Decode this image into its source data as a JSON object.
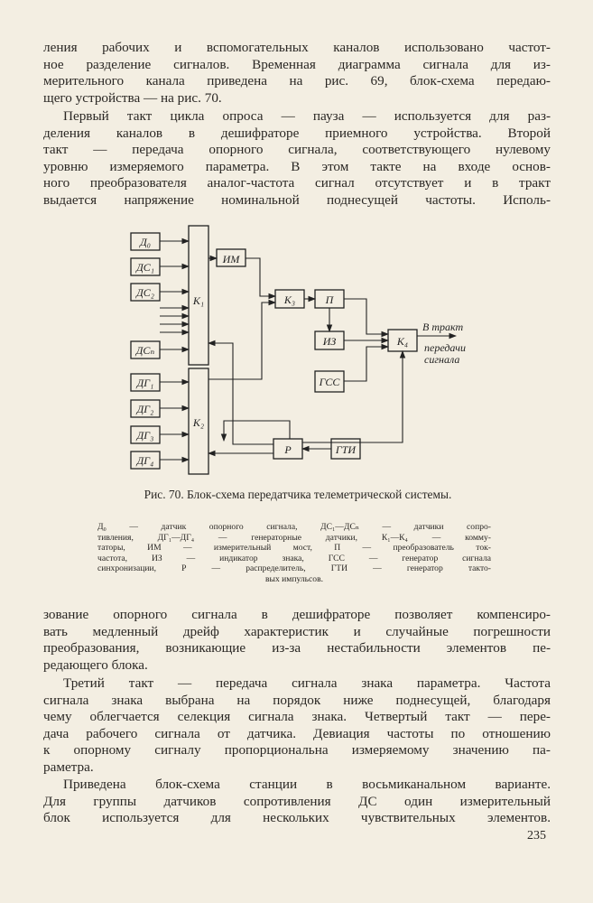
{
  "top_paragraph": [
    "ления рабочих и вспомогательных каналов использовано частот-",
    "ное разделение сигналов. Временная диаграмма сигнала для из-",
    "мерительного канала приведена на рис. 69, блок-схема передаю-",
    "щего устройства — на рис. 70."
  ],
  "second_paragraph": [
    "Первый такт цикла опроса — пауза — используется для раз-",
    "деления каналов в дешифраторе приемного устройства. Второй",
    "такт — передача опорного сигнала, соответствующего нулевому",
    "уровню измеряемого параметра. В этом такте на входе основ-",
    "ного преобразователя аналог-частота сигнал отсутствует и в тракт",
    "выдается напряжение номинальной поднесущей частоты. Исполь-"
  ],
  "figure": {
    "blocks": {
      "d0": "Д₀",
      "ds1": "ДС₁",
      "ds2": "ДС₂",
      "dsn": "ДСₙ",
      "dg1": "ДГ₁",
      "dg2": "ДГ₂",
      "dg3": "ДГ₃",
      "dg4": "ДГ₄",
      "k1": "К₁",
      "k2": "К₂",
      "k3": "К₃",
      "k4": "К₄",
      "im": "ИМ",
      "p": "П",
      "iz": "ИЗ",
      "gss": "ГСС",
      "r": "Р",
      "gti": "ГТИ"
    },
    "output_label": [
      "В тракт",
      "передачи",
      "сигнала"
    ],
    "caption": "Рис. 70. Блок-схема передатчика телеметрической системы.",
    "legend": [
      "Д₀ — датчик опорного сигнала, ДС₁—ДСₙ — датчики сопро-",
      "тивления, ДГ₁—ДГ₄ — генераторные датчики, К₁—К₄ — комму-",
      "таторы, ИМ — измерительный мост, П — преобразователь ток-",
      "частота, ИЗ — индикатор знака, ГСС — генератор сигнала",
      "синхронизации, Р — распределитель, ГТИ — генератор такто-",
      "вых импульсов."
    ]
  },
  "third_paragraph": [
    "зование опорного сигнала в дешифраторе позволяет компенсиро-",
    "вать медленный дрейф характеристик и случайные погрешности",
    "преобразования, возникающие из-за нестабильности элементов пе-",
    "редающего блока."
  ],
  "fourth_paragraph": [
    "Третий такт — передача сигнала знака параметра. Частота",
    "сигнала знака выбрана на порядок ниже поднесущей, благодаря",
    "чему облегчается селекция сигнала знака. Четвертый такт — пере-",
    "дача рабочего сигнала от датчика. Девиация частоты по отношению",
    "к опорному сигналу пропорциональна измеряемому значению па-",
    "раметра."
  ],
  "fifth_paragraph": [
    "Приведена блок-схема станции в восьмиканальном варианте.",
    "Для группы датчиков сопротивления ДС один измерительный",
    "блок используется для нескольких чувствительных элементов."
  ],
  "page_number": "235"
}
